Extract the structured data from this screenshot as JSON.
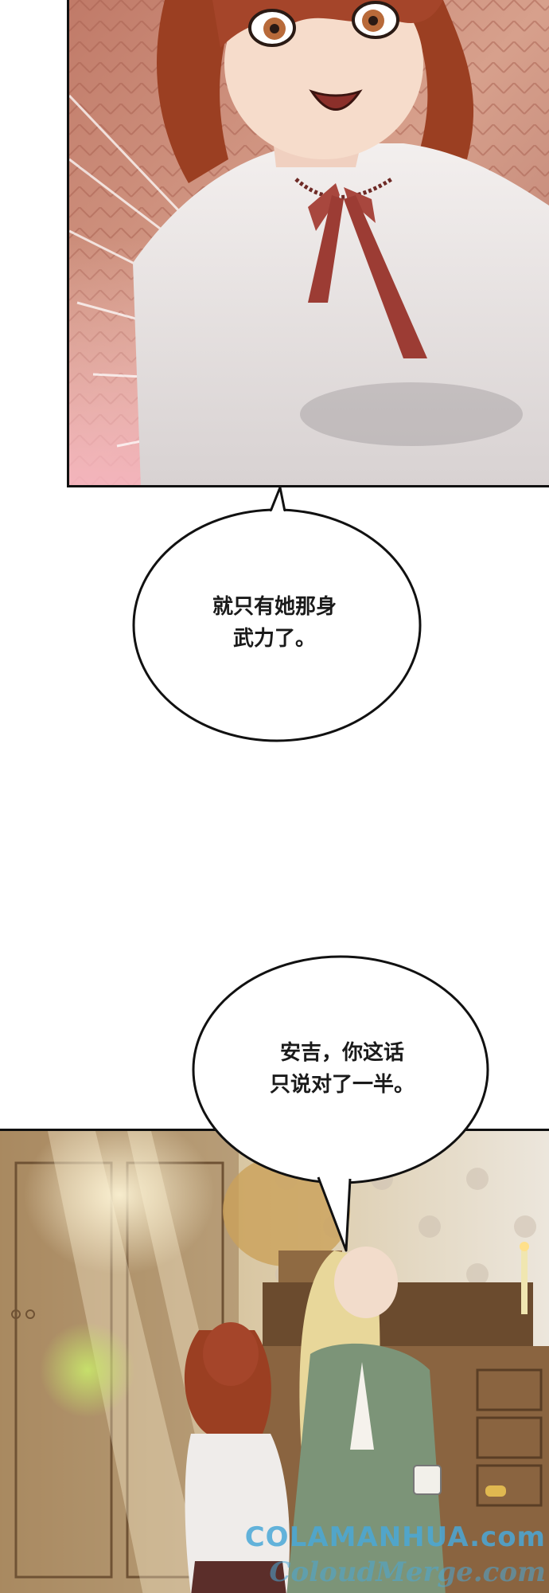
{
  "bubbles": [
    {
      "lines": [
        "就只有她那身",
        "武力了。"
      ]
    },
    {
      "lines": [
        "安吉，你这话",
        "只说对了一半。"
      ]
    }
  ],
  "watermark": {
    "line1": "COLAMANHUA.com",
    "line2": "ColoudMerge.com"
  }
}
